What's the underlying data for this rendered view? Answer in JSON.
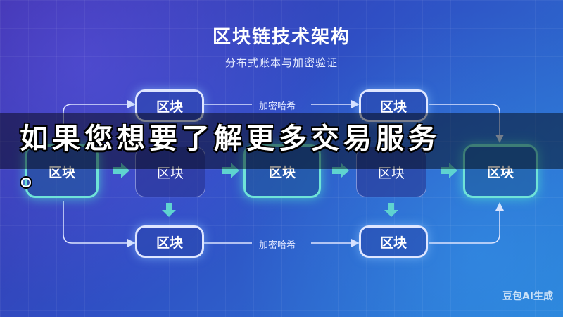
{
  "diagram": {
    "title": "区块链技术架构",
    "subtitle": "分布式账本与加密验证",
    "block_label": "区块",
    "hash_label": "加密哈希"
  },
  "banner": {
    "text": "如果您想要了解更多交易服务",
    "trailing_mark": "。"
  },
  "watermark": "豆包AI生成",
  "colors": {
    "background_start": "#3b2fa8",
    "background_end": "#2a7fd6",
    "arrow": "#5fd3d0",
    "glow_border": "#6fe3d8",
    "outline_border": "#dfe6ff"
  }
}
